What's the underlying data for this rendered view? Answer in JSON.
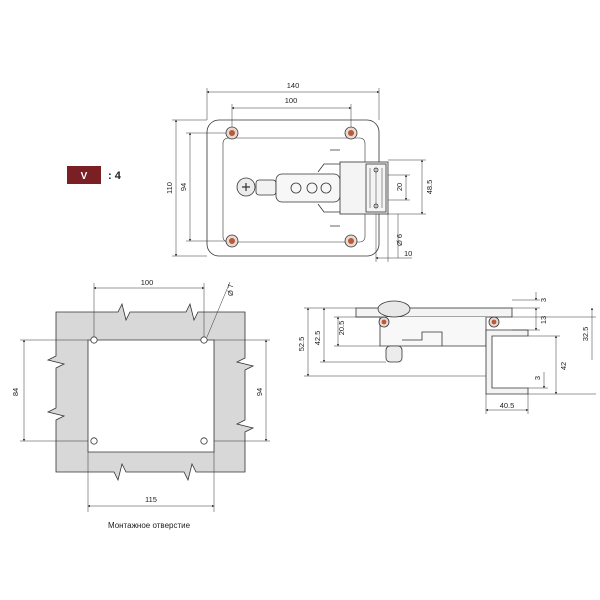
{
  "badge": {
    "letter": "V",
    "ratio": ": 4",
    "color": "#7a1f24"
  },
  "top_view": {
    "dim_140": "140",
    "dim_100": "100",
    "dim_110": "110",
    "dim_94": "94",
    "dim_48_5": "48.5",
    "dim_20": "20",
    "dim_d6": "Ø 6",
    "dim_10": "10"
  },
  "cutout_view": {
    "dim_100": "100",
    "dim_d7": "Ø 7",
    "dim_84": "84",
    "dim_94": "94",
    "dim_115": "115",
    "caption": "Монтажное отверстие"
  },
  "side_view": {
    "dim_3_top": "3",
    "dim_13": "13",
    "dim_32_5": "32.5",
    "dim_20_5": "20.5",
    "dim_42_5": "42.5",
    "dim_52_5": "52.5",
    "dim_3_bottom": "3",
    "dim_42": "42",
    "dim_40_5": "40.5"
  },
  "colors": {
    "line": "#333333",
    "panel": "#d8d8d8",
    "bolt": "#b85a3c"
  }
}
